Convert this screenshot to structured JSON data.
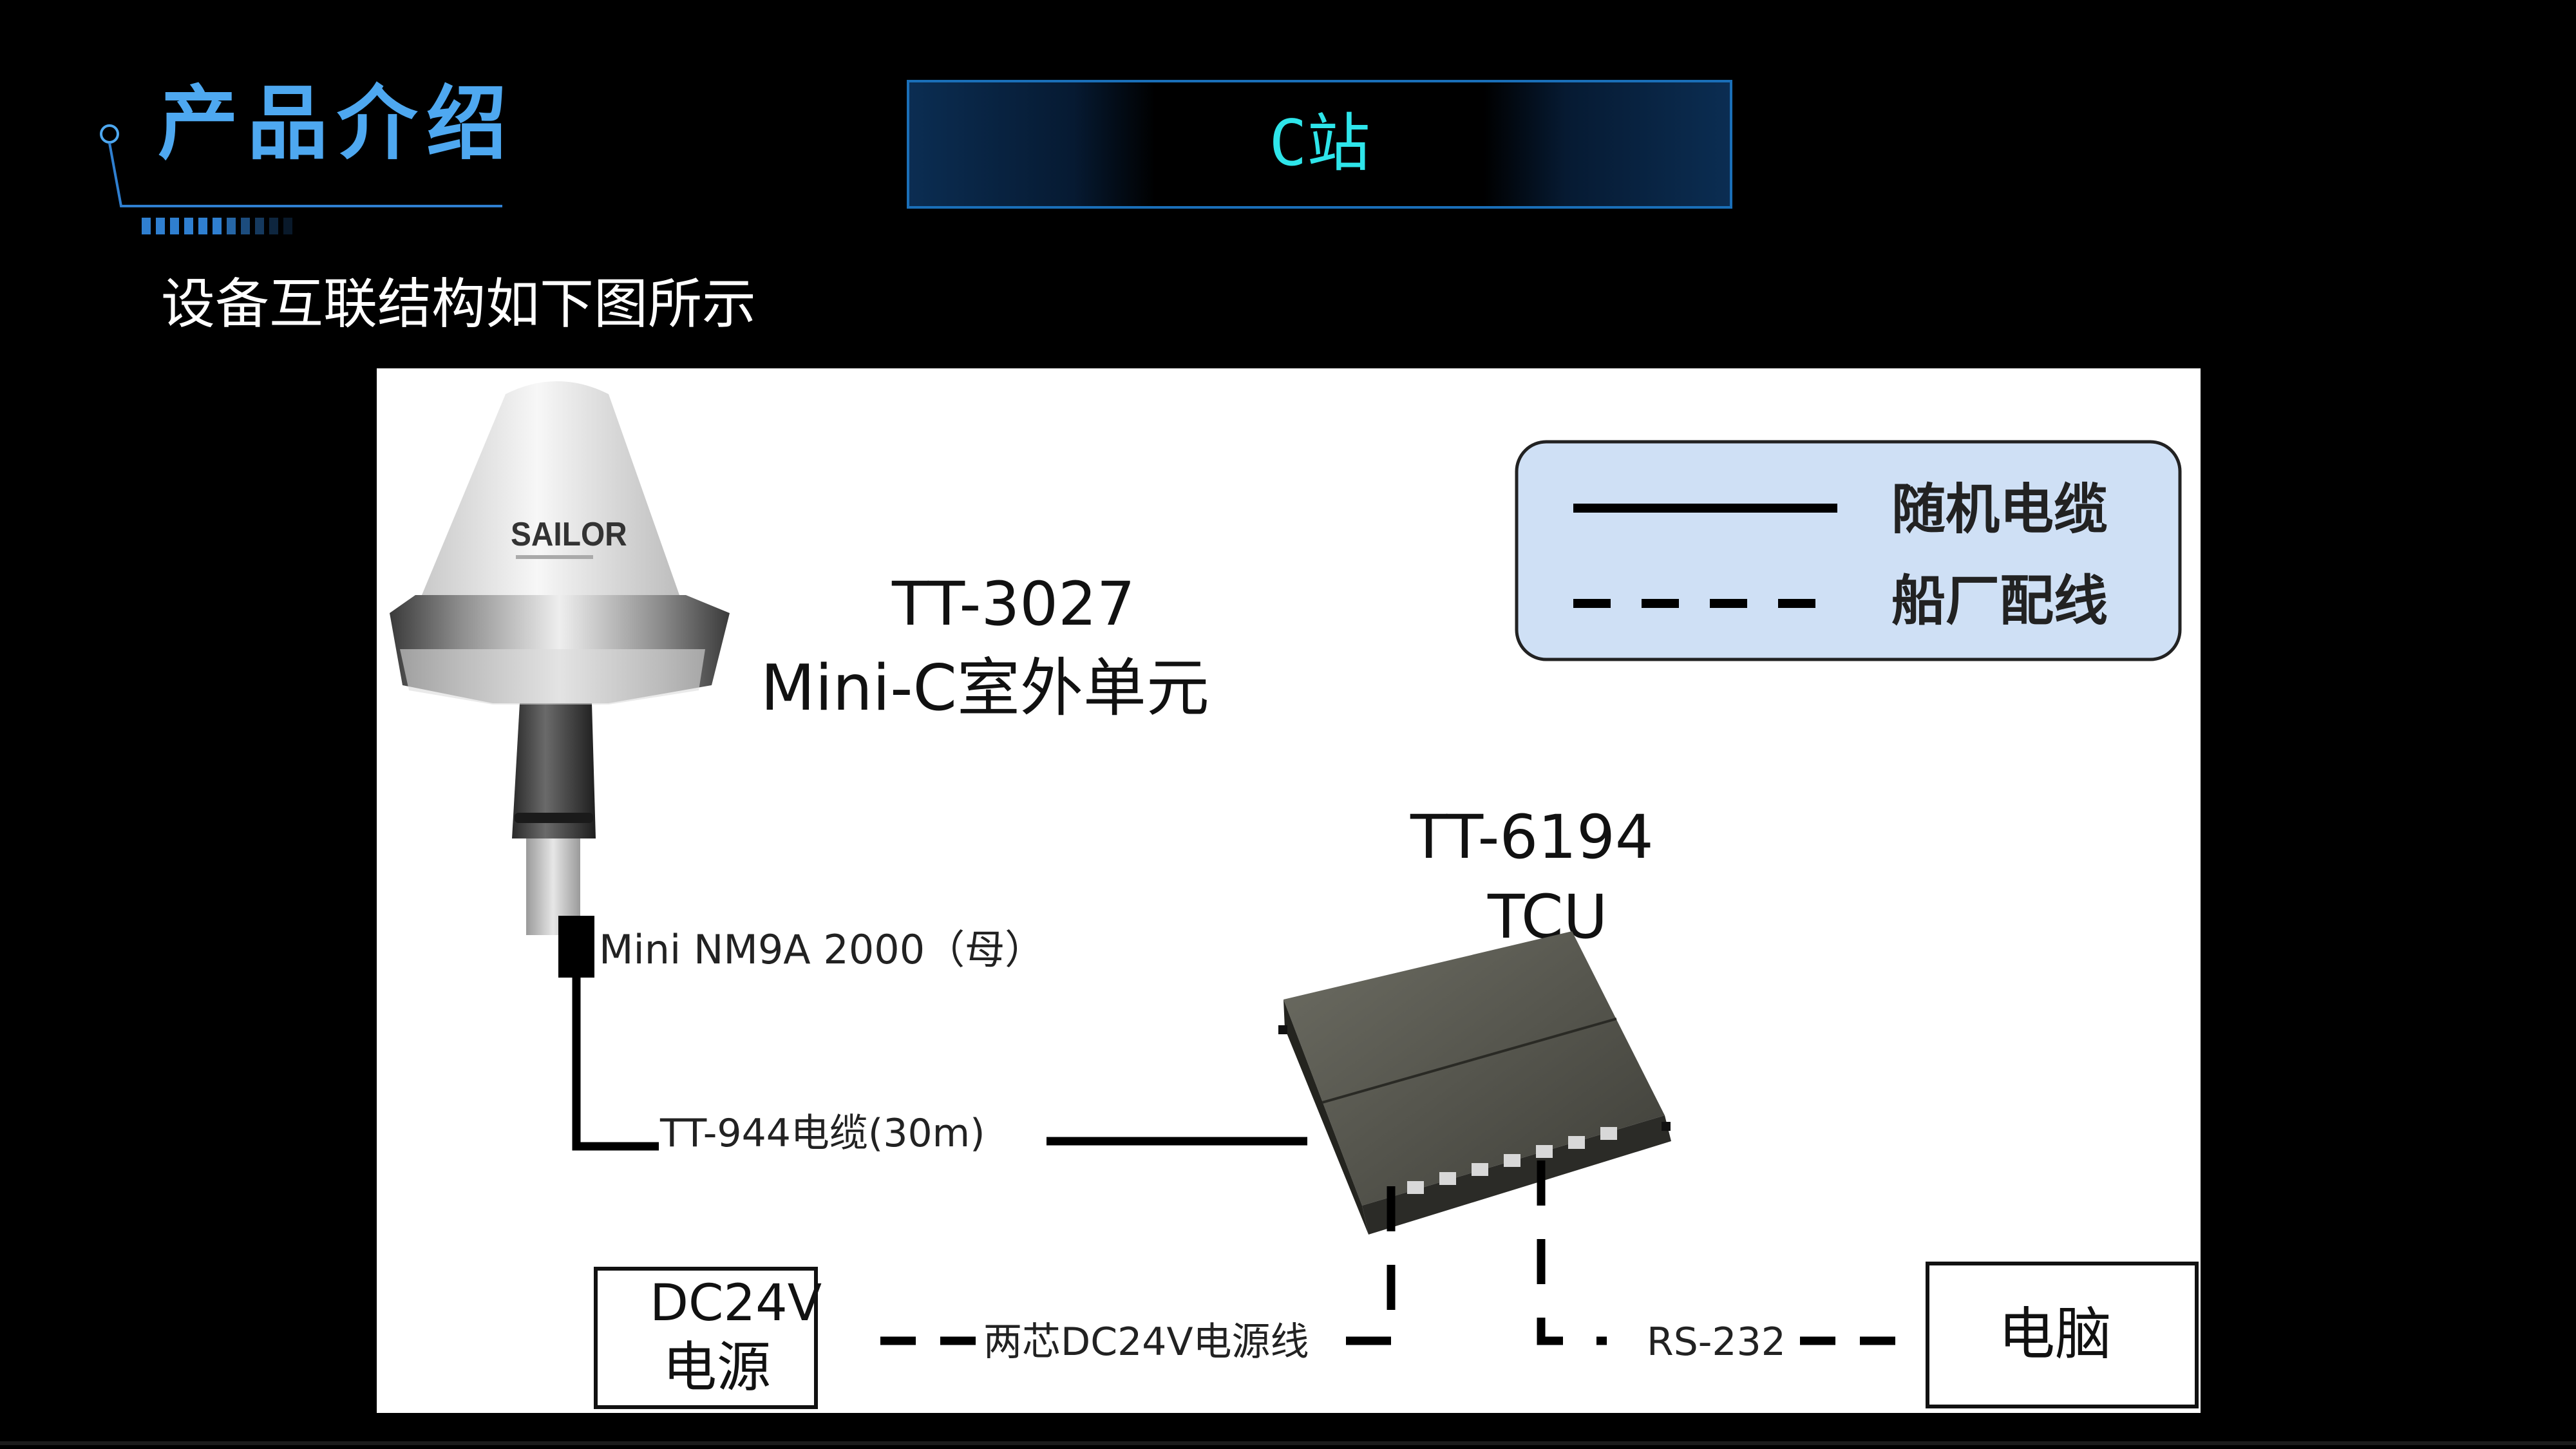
{
  "slide": {
    "title": "产品介绍",
    "section_tab": "C站",
    "subtitle": "设备互联结构如下图所示",
    "accent_color": "#4ea8f0",
    "tab_text_color": "#2ee5ea"
  },
  "diagram": {
    "legend": {
      "solid_label": "随机电缆",
      "dashed_label": "船厂配线"
    },
    "antenna": {
      "brand": "SAILOR",
      "model": "TT-3027",
      "description": "Mini-C室外单元",
      "connector_label": "Mini NM9A 2000（母）"
    },
    "tcu": {
      "model": "TT-6194",
      "name": "TCU"
    },
    "cable_label": "TT-944电缆(30m)",
    "power_box": {
      "line1": "DC24V",
      "line2": "电源"
    },
    "power_cable_label": "两芯DC24V电源线",
    "serial_label": "RS-232",
    "pc_box_label": "电脑"
  }
}
